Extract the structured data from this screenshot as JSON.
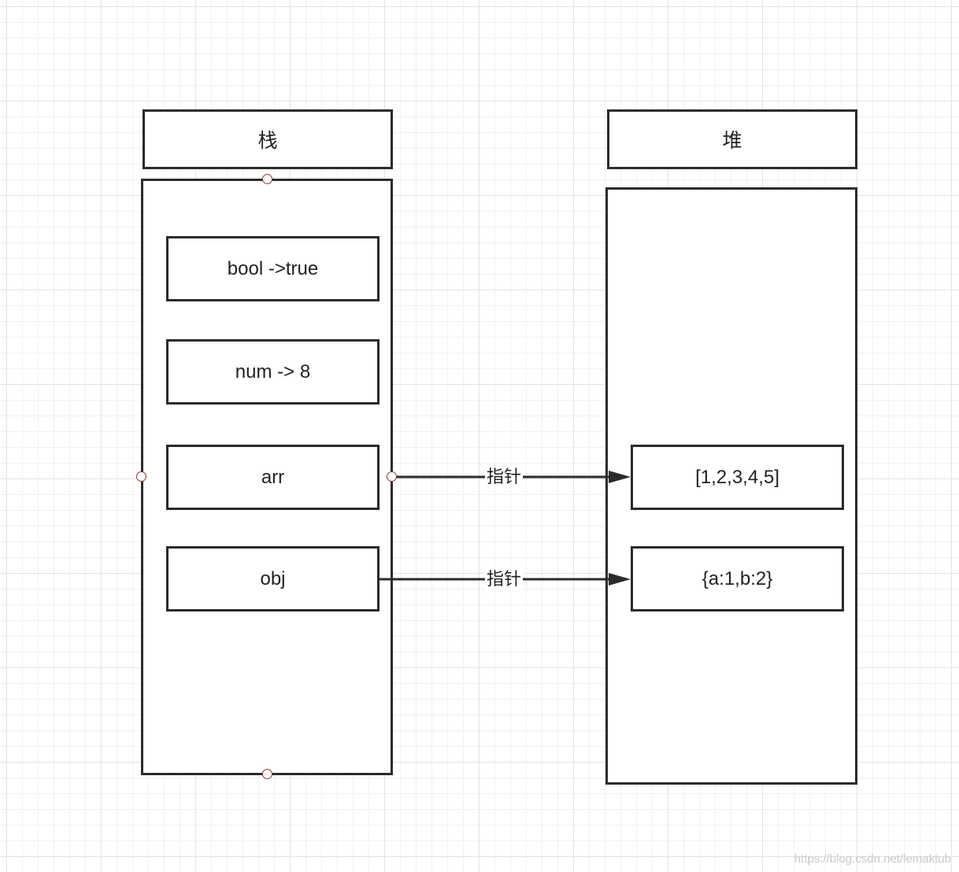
{
  "stack": {
    "title": "栈",
    "items": [
      "bool ->true",
      "num -> 8",
      "arr",
      "obj"
    ]
  },
  "heap": {
    "title": "堆",
    "items": [
      "[1,2,3,4,5]",
      "{a:1,b:2}"
    ]
  },
  "edges": [
    {
      "from": "arr",
      "to": "[1,2,3,4,5]",
      "label": "指针"
    },
    {
      "from": "obj",
      "to": "{a:1,b:2}",
      "label": "指针"
    }
  ],
  "watermark": "https://blog.csdn.net/lemaktub"
}
